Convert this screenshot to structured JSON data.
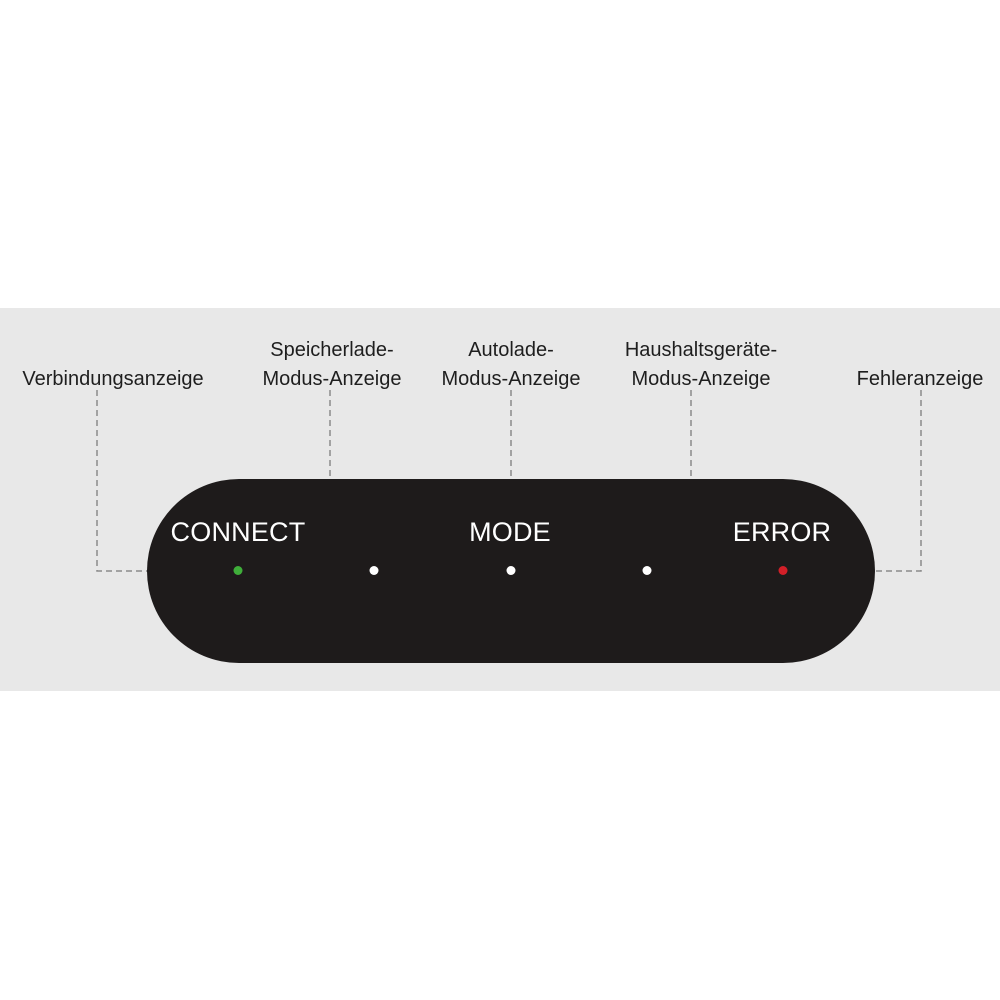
{
  "panel": {
    "labels": {
      "connect": "CONNECT",
      "mode": "MODE",
      "error": "ERROR"
    },
    "leds": {
      "connect_color": "#3fae3a",
      "mode_color": "#ffffff",
      "error_color": "#d21f28"
    }
  },
  "callouts": {
    "connection": {
      "line1": "Verbindungsanzeige"
    },
    "storage_charge": {
      "line1": "Speicherlade-",
      "line2": "Modus-Anzeige"
    },
    "auto_charge": {
      "line1": "Autolade-",
      "line2": "Modus-Anzeige"
    },
    "appliance": {
      "line1": "Haushaltsgeräte-",
      "line2": "Modus-Anzeige"
    },
    "error": {
      "line1": "Fehleranzeige"
    }
  },
  "colors": {
    "band": "#e8e8e8",
    "panel": "#1e1b1b",
    "leader_line": "#8a8a8a"
  }
}
